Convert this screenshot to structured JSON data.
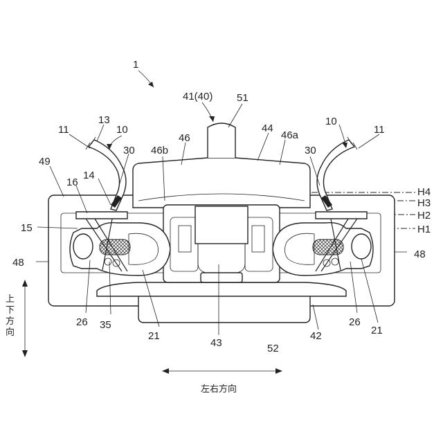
{
  "figure": {
    "main_label": "1",
    "assembly_label": "41(40)",
    "labels": {
      "l51": "51",
      "l44": "44",
      "l46": "46",
      "l46a": "46a",
      "l46b": "46b",
      "l13": "13",
      "l10_left": "10",
      "l10_right": "10",
      "l11_left": "11",
      "l11_right": "11",
      "l30_left": "30",
      "l30_right": "30",
      "l49": "49",
      "l14": "14",
      "l16": "16",
      "l15": "15",
      "l48_left": "48",
      "l48_right": "48",
      "l26_left": "26",
      "l26_right": "26",
      "l35": "35",
      "l21_left": "21",
      "l21_mid": "21",
      "l21_right": "21",
      "l43": "43",
      "l52": "52",
      "l42": "42"
    },
    "height_levels": [
      "H4",
      "H3",
      "H2",
      "H1"
    ],
    "vertical_direction": "上下方向",
    "horizontal_direction": "左右方向"
  }
}
